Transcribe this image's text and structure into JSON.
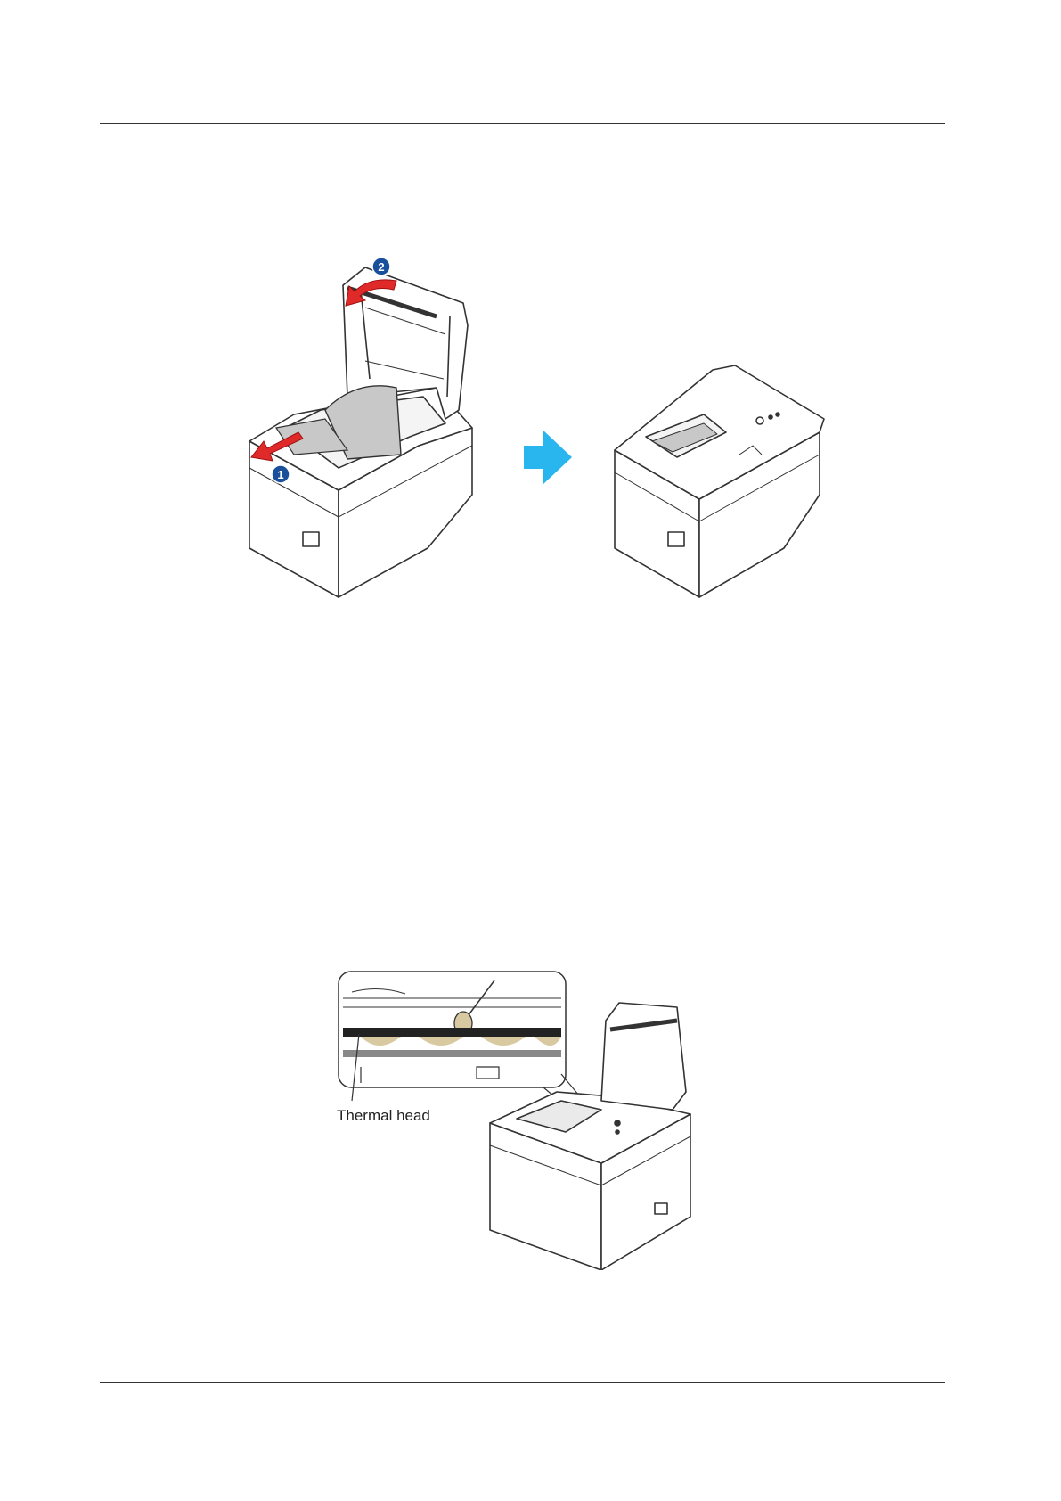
{
  "figures": {
    "paper_jam": {
      "step_markers": [
        "1",
        "2"
      ],
      "colors": {
        "pull_arrow": "#e02a2a",
        "marker_fill": "#1a4f9c",
        "next_arrow": "#29b6ee",
        "paper": "#c8c8c8"
      }
    },
    "cleaning": {
      "label": "Thermal head",
      "colors": {
        "head_band": "#d8c9a0",
        "head_line": "#222222"
      }
    }
  }
}
